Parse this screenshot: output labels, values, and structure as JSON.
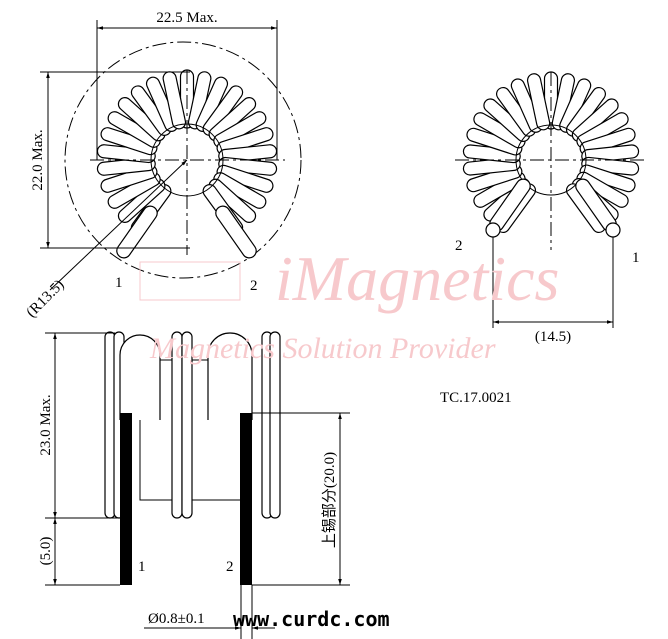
{
  "part_number": "TC.17.0021",
  "watermark": {
    "brand": "iMagnetics",
    "tagline": "Magnetics Solution Provider"
  },
  "website": "www.curdc.com",
  "top_view": {
    "width_label": "22.5 Max.",
    "height_label": "22.0 Max.",
    "radius_label": "(R13.5)",
    "pin1": "1",
    "pin2": "2"
  },
  "bottom_view": {
    "pin_spacing_label": "(14.5)",
    "pin1": "1",
    "pin2": "2"
  },
  "side_view": {
    "height_label": "23.0 Max.",
    "lead_length_label": "(5.0)",
    "tinned_label": "上锡部分(20.0)",
    "wire_diameter_label": "Ø0.8±0.1",
    "pin1": "1",
    "pin2": "2"
  }
}
